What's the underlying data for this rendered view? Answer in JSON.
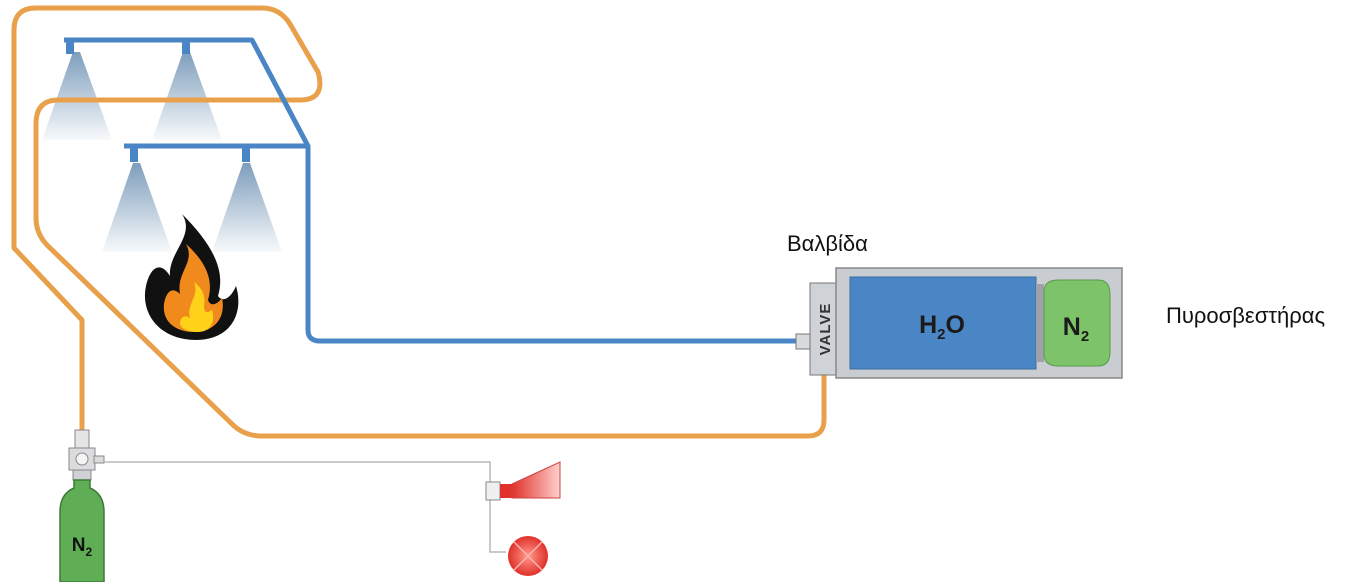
{
  "labels": {
    "valve": "Βαλβίδα",
    "extinguisher": "Πυροσβεστήρας"
  },
  "tank": {
    "valve_text": "VALVE",
    "water": {
      "main": "H",
      "sub": "2",
      "tail": "O"
    },
    "nitrogen": {
      "main": "N",
      "sub": "2"
    }
  },
  "cylinder": {
    "main": "N",
    "sub": "2"
  },
  "colors": {
    "water_pipe": "#4a86c5",
    "gas_pipe": "#e8a04a",
    "tank_body": "#c9ccd0",
    "water_fill": "#4a86c5",
    "nitrogen_fill": "#7cc36a",
    "cylinder_fill": "#5fae55",
    "flame_outer": "#111111",
    "flame_mid": "#f08a1c",
    "flame_inner": "#ffd21a",
    "alarm_red": "#e0312b",
    "spray": "#7b9fbf"
  },
  "icons": {
    "flame": "fire-icon",
    "horn": "alarm-horn-icon",
    "beacon": "alarm-beacon-icon",
    "nozzles": "sprinkler-nozzle-icon"
  }
}
